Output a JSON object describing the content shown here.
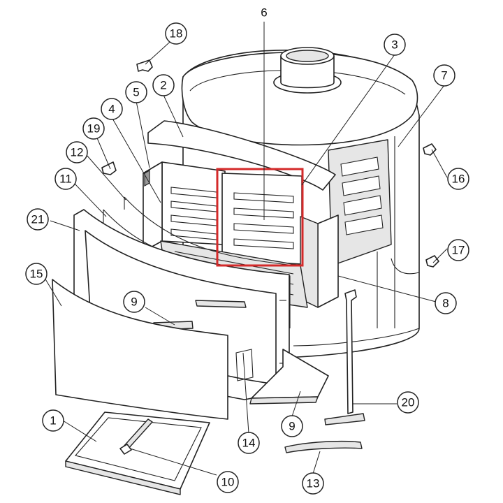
{
  "diagram": {
    "highlight_color": "#d42a2a",
    "highlighted_part": "6",
    "callouts": [
      "1",
      "2",
      "3",
      "4",
      "5",
      "6",
      "7",
      "8",
      "9",
      "9",
      "10",
      "11",
      "12",
      "13",
      "14",
      "15",
      "16",
      "17",
      "18",
      "19",
      "20",
      "21"
    ]
  }
}
